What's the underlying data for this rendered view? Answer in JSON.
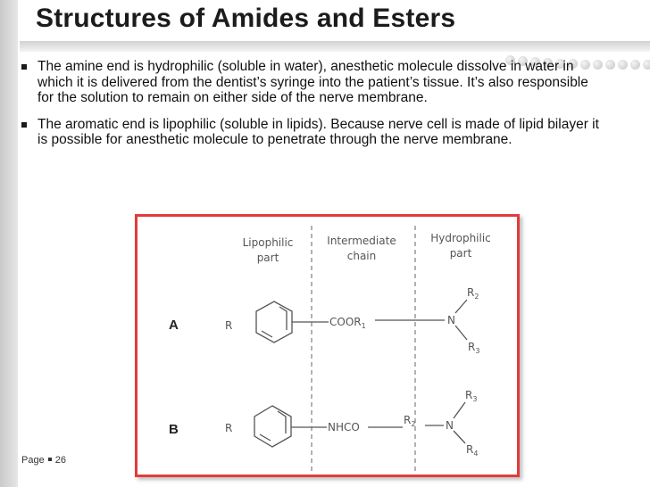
{
  "slide": {
    "title": "Structures of Amides and Esters",
    "bullets": [
      "The amine end is hydrophilic (soluble in water), anesthetic molecule dissolve in water in which it is delivered from the dentist’s syringe into the patient’s tissue. It’s also responsible for the solution to remain on either side of the nerve membrane.",
      "The aromatic end is lipophilic (soluble in lipids).  Because nerve cell is made of lipid bilayer it is possible for anesthetic molecule to penetrate through the nerve membrane."
    ],
    "page_label": "Page",
    "page_number": "26",
    "colors": {
      "frame": "#e23b3b",
      "sidebar": "#d6d6d6"
    }
  },
  "figure": {
    "headers": {
      "lipophilic": [
        "Lipophilic",
        "part"
      ],
      "intermediate": [
        "Intermediate",
        "chain"
      ],
      "hydrophilic": [
        "Hydrophilic",
        "part"
      ]
    },
    "rows": [
      {
        "letter": "A",
        "r": "R",
        "chain": "COOR",
        "chain_sub": "1",
        "n": "N",
        "top": "R",
        "top_sub": "2",
        "bottom": "R",
        "bottom_sub": "3"
      },
      {
        "letter": "B",
        "r": "R",
        "chain": "NHCO",
        "link": "R",
        "link_sub": "2",
        "n": "N",
        "top": "R",
        "top_sub": "3",
        "bottom": "R",
        "bottom_sub": "4"
      }
    ]
  }
}
